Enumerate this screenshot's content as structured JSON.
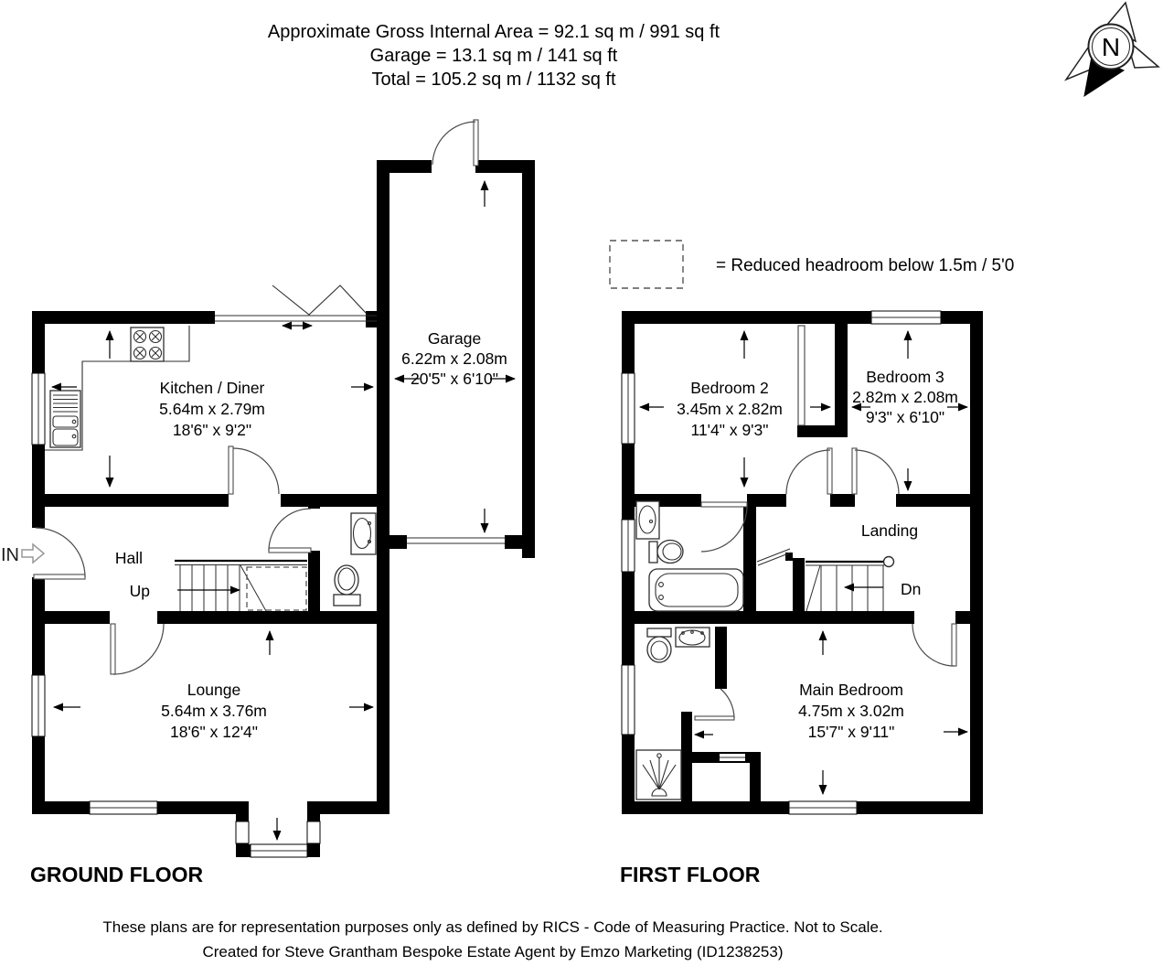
{
  "header": {
    "line1": "Approximate Gross Internal Area = 92.1 sq m / 991 sq ft",
    "line2": "Garage = 13.1 sq m / 141 sq ft",
    "line3": "Total = 105.2 sq m / 1132 sq ft"
  },
  "compass": {
    "label": "N"
  },
  "legend": {
    "text": "= Reduced headroom below 1.5m / 5'0"
  },
  "ground_floor": {
    "title": "GROUND FLOOR",
    "rooms": {
      "kitchen": {
        "name": "Kitchen / Diner",
        "metric": "5.64m x 2.79m",
        "imperial": "18'6\" x 9'2\""
      },
      "garage": {
        "name": "Garage",
        "metric": "6.22m x 2.08m",
        "imperial": "20'5\" x 6'10\""
      },
      "hall": {
        "name": "Hall"
      },
      "lounge": {
        "name": "Lounge",
        "metric": "5.64m x 3.76m",
        "imperial": "18'6\" x 12'4\""
      }
    },
    "labels": {
      "up": "Up",
      "entrance": "IN"
    }
  },
  "first_floor": {
    "title": "FIRST FLOOR",
    "rooms": {
      "bedroom2": {
        "name": "Bedroom 2",
        "metric": "3.45m x 2.82m",
        "imperial": "11'4\" x 9'3\""
      },
      "bedroom3": {
        "name": "Bedroom 3",
        "metric": "2.82m x 2.08m",
        "imperial": "9'3\" x 6'10\""
      },
      "landing": {
        "name": "Landing"
      },
      "main_bedroom": {
        "name": "Main Bedroom",
        "metric": "4.75m x 3.02m",
        "imperial": "15'7\" x 9'11\""
      }
    },
    "labels": {
      "down": "Dn"
    }
  },
  "footer": {
    "line1": "These plans are for representation purposes only as defined by RICS - Code of Measuring Practice. Not to Scale.",
    "line2": "Created for Steve Grantham Bespoke Estate Agent by Emzo Marketing (ID1238253)"
  },
  "colors": {
    "wall": "#000000",
    "background": "#ffffff",
    "fixture_line": "#2e2e2e"
  }
}
